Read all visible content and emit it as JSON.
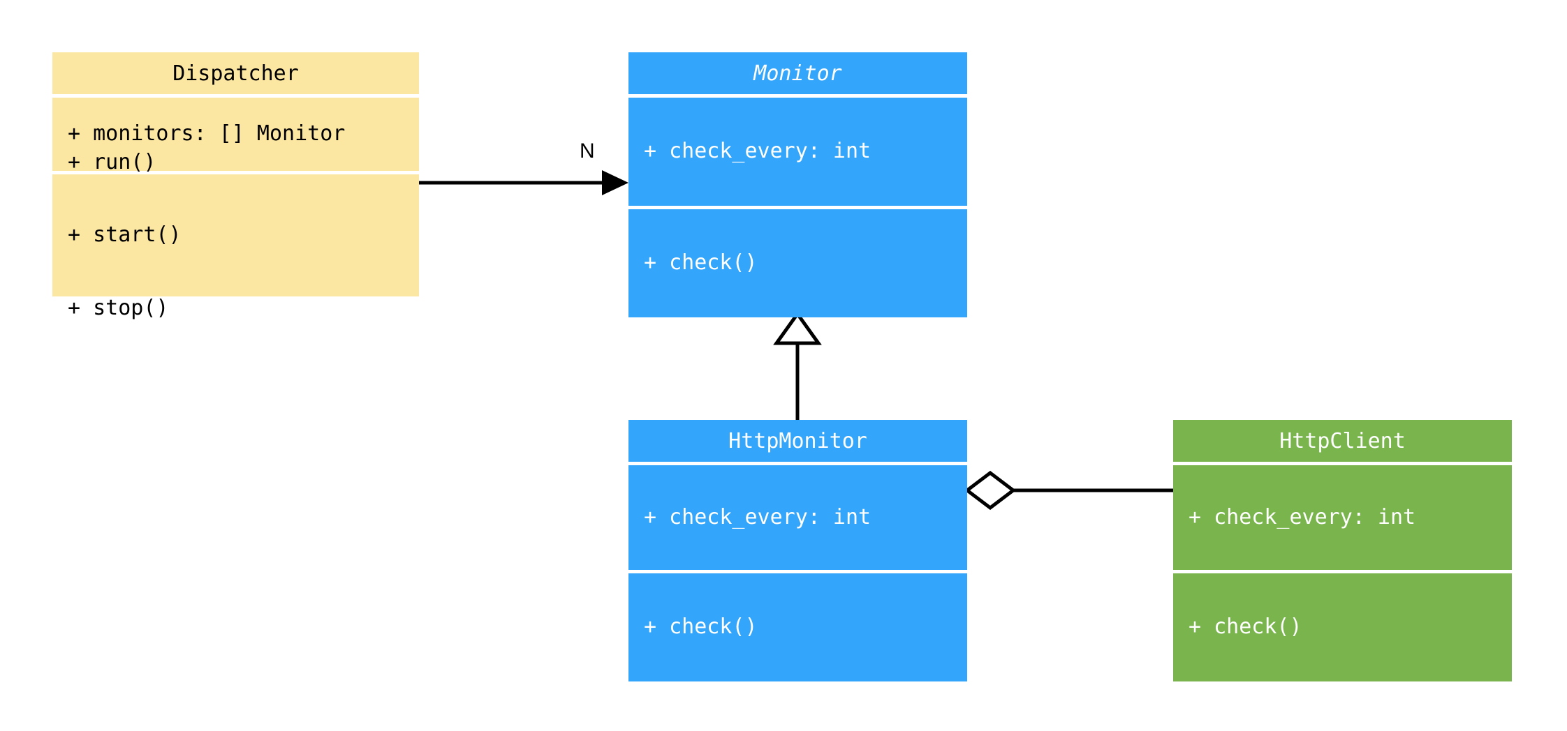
{
  "diagram": {
    "type": "uml-class-diagram",
    "background": "#ffffff",
    "palette": {
      "yellow": "#fce7a2",
      "blue": "#33a5fa",
      "green": "#79b44c",
      "line": "#000000",
      "text_dark": "#000000",
      "text_light": "#ffffff"
    }
  },
  "classes": {
    "dispatcher": {
      "name": "Dispatcher",
      "abstract": false,
      "color": "#fce7a2",
      "attributes": [
        "+ monitors: [] Monitor"
      ],
      "methods": [
        "+ run()",
        "+ start()",
        "+ stop()"
      ]
    },
    "monitor": {
      "name": "Monitor",
      "abstract": true,
      "color": "#33a5fa",
      "attributes": [
        "+ check_every: int"
      ],
      "methods": [
        "+ check()"
      ]
    },
    "httpmonitor": {
      "name": "HttpMonitor",
      "abstract": false,
      "color": "#33a5fa",
      "attributes": [
        "+ check_every: int"
      ],
      "methods": [
        "+ check()"
      ]
    },
    "httpclient": {
      "name": "HttpClient",
      "abstract": false,
      "color": "#79b44c",
      "attributes": [
        "+ check_every: int"
      ],
      "methods": [
        "+ check()"
      ]
    }
  },
  "relationships": {
    "dispatcher_to_monitor": {
      "kind": "association",
      "from": "Dispatcher",
      "to": "Monitor",
      "multiplicity_label": "N",
      "arrowhead": "solid-filled-arrow"
    },
    "httpmonitor_to_monitor": {
      "kind": "generalization",
      "from": "HttpMonitor",
      "to": "Monitor",
      "multiplicity_label": "",
      "arrowhead": "hollow-triangle"
    },
    "httpmonitor_to_httpclient": {
      "kind": "aggregation",
      "from": "HttpMonitor",
      "to": "HttpClient",
      "multiplicity_label": "",
      "arrowhead": "hollow-diamond"
    }
  }
}
